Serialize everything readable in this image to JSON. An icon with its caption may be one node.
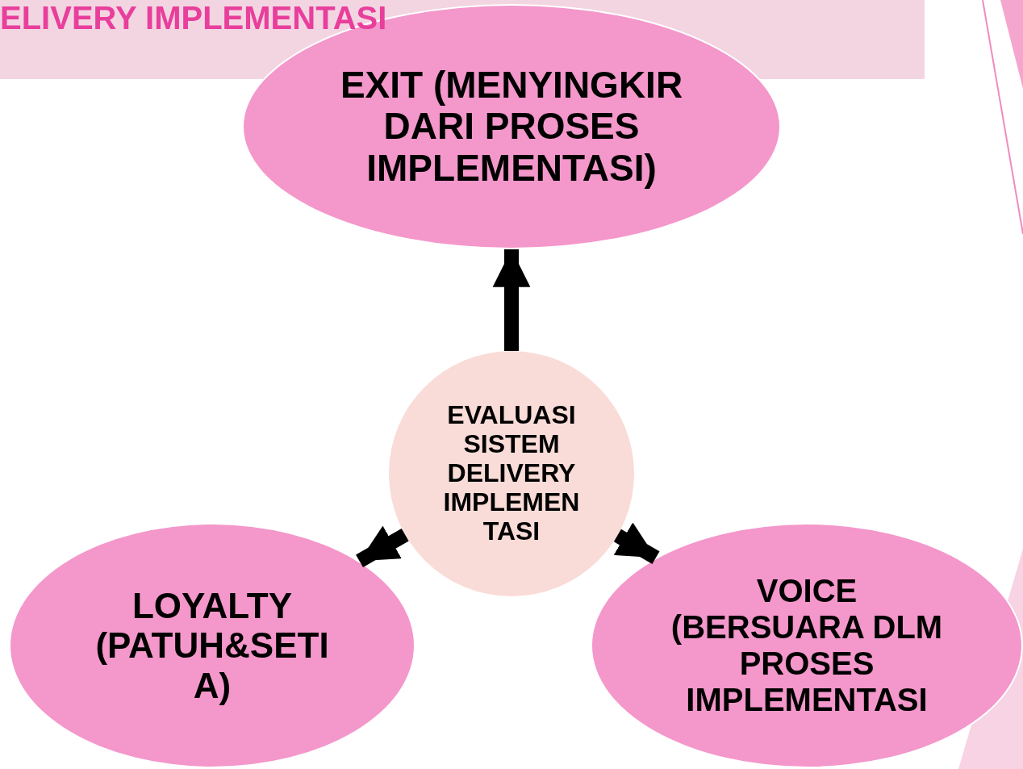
{
  "diagram": {
    "title": "ELIVERY IMPLEMENTASI",
    "nodes": [
      {
        "text": [
          "EXIT (MENYINGKIR DARI PROSES IMPLEMENTASI)"
        ]
      },
      {
        "text": [
          "EVALUASI SISTEM DELIVERY IMPLEMEN TASI"
        ]
      },
      {
        "text": [
          "LOYALTY (PATUH&SETI A)"
        ]
      },
      {
        "text": [
          "VOICE (BERSUARA DLM PROSES IMPLEMENTASI"
        ]
      }
    ],
    "edges": [
      {
        "from": 1,
        "to": 0,
        "arrow": "to"
      },
      {
        "from": 1,
        "to": 2,
        "arrow": "to"
      },
      {
        "from": 1,
        "to": 3,
        "arrow": "to"
      }
    ]
  }
}
